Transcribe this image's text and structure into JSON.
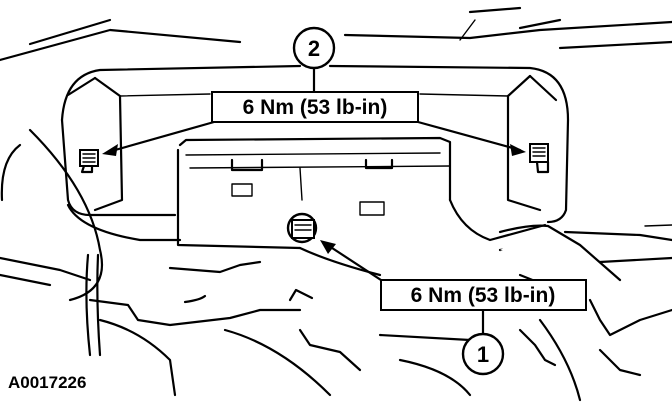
{
  "torque_labels": {
    "top": "6 Nm (53 lb-in)",
    "bottom": "6 Nm (53 lb-in)"
  },
  "callouts": {
    "top": "2",
    "bottom": "1"
  },
  "figure_id": "A0017226"
}
